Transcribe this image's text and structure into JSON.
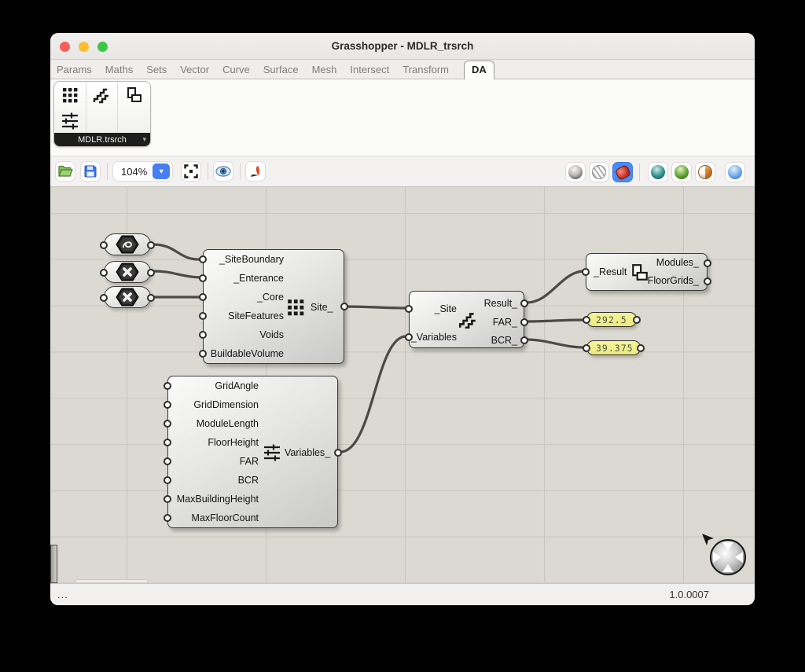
{
  "window": {
    "title": "Grasshopper - MDLR_trsrch"
  },
  "menu": {
    "items": [
      "Params",
      "Maths",
      "Sets",
      "Vector",
      "Curve",
      "Surface",
      "Mesh",
      "Intersect",
      "Transform"
    ],
    "active_tab": "DA"
  },
  "palette": {
    "group_label": "MDLR.trsrch",
    "caret": "▾"
  },
  "toolbar": {
    "zoom_value": "104%",
    "chevron": "▾"
  },
  "icons": {
    "palette": [
      "grid-icon",
      "stairs-icon",
      "modules-icon",
      "sliders-icon"
    ],
    "left_toolbar": [
      "open-folder-icon",
      "save-floppy-icon",
      "zoom-extents-icon",
      "preview-eye-icon",
      "paintbrush-icon"
    ],
    "right_toolbar": [
      "shaded-sphere-icon",
      "wireframe-sphere-icon",
      "red-gem-icon",
      "teal-sphere-icon",
      "green-sphere-icon",
      "orange-sphere-icon",
      "blue-sphere-icon"
    ]
  },
  "canvas": {
    "params": [
      {
        "icon": "curve-hexagon-icon"
      },
      {
        "icon": "null-x-hexagon-icon"
      },
      {
        "icon": "null-x-hexagon-icon"
      }
    ],
    "site": {
      "inputs": [
        "_SiteBoundary",
        "_Enterance",
        "_Core",
        "SiteFeatures",
        "Voids",
        "BuildableVolume"
      ],
      "output": "Site_"
    },
    "da": {
      "inputs": [
        "_Site",
        "_Variables"
      ],
      "outputs": [
        "Result_",
        "FAR_",
        "BCR_"
      ]
    },
    "result": {
      "input": "_Result",
      "outputs": [
        "Modules_",
        "FloorGrids_"
      ]
    },
    "variables": {
      "inputs": [
        "GridAngle",
        "GridDimension",
        "ModuleLength",
        "FloorHeight",
        "FAR",
        "BCR",
        "MaxBuildingHeight",
        "MaxFloorCount"
      ],
      "output": "Variables_"
    },
    "panels": [
      {
        "value": "292.5"
      },
      {
        "value": "39.375"
      }
    ]
  },
  "statusbar": {
    "left": "...",
    "version": "1.0.0007"
  },
  "colors": {
    "accent_blue": "#477ff1",
    "canvas_bg": "#dcd9d2",
    "grid_line": "#c8c5be",
    "panel_yellow": "#f2ef8d",
    "panel_text": "#47584b",
    "wire": "#4c4a47",
    "traffic_red": "#f75f58",
    "traffic_yellow": "#fcbd2f",
    "traffic_green": "#3cc748"
  }
}
